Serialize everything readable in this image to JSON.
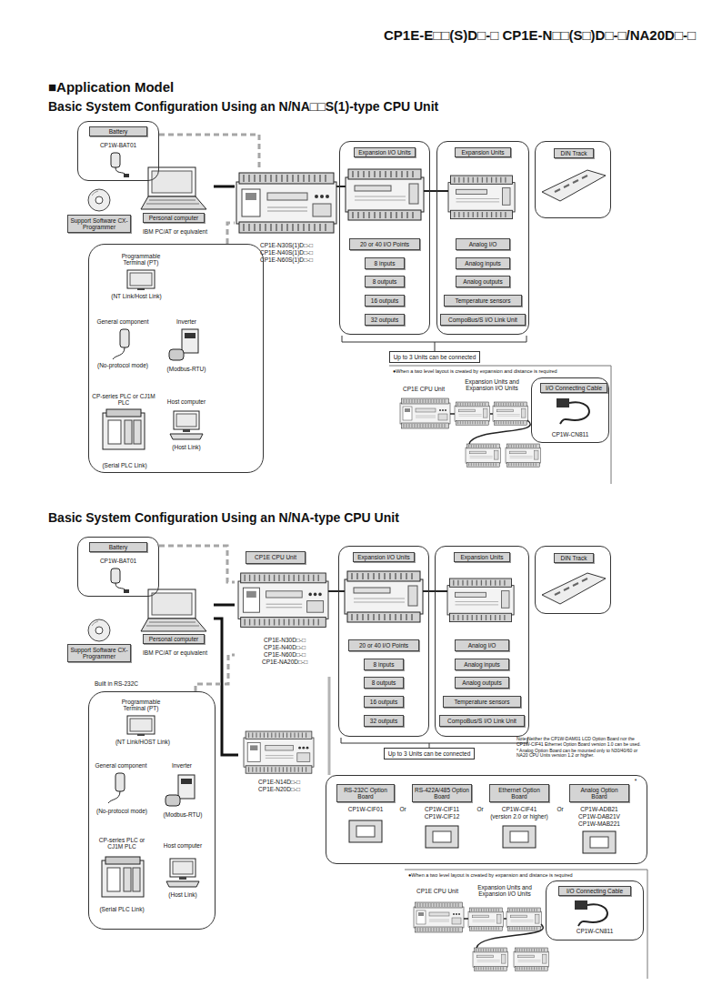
{
  "diagram": {
    "title": "■Application Model",
    "nodes": [
      {
        "text": [
          "Battery",
          "CP1W-BAT01"
        ]
      },
      {
        "text": [
          "Support Software CX-Programmer"
        ]
      },
      {
        "text": [
          "Personal computer",
          "IBM PC/AT or equivalent"
        ]
      },
      {
        "text": [
          "CP1E-N30S(1)D□-□",
          "CP1E-N40S(1)D□-□",
          "CP1E-N60S(1)D□-□"
        ]
      },
      {
        "text": [
          "Programmable Terminal (PT)",
          "(NT Link/Host Link)",
          "General component",
          "(No-protocol mode)",
          "Inverter",
          "(Modbus-RTU)",
          "CP-series PLC or CJ1M PLC",
          "(Serial PLC Link)",
          "Host computer",
          "(Host Link)"
        ]
      },
      {
        "text": [
          "Expansion I/O Units"
        ]
      },
      {
        "text": [
          "20 or 40 I/O Points"
        ],
        "in": 5
      },
      {
        "text": [
          "8 inputs"
        ],
        "in": 5
      },
      {
        "text": [
          "8 outputs"
        ],
        "in": 5
      },
      {
        "text": [
          "16 outputs"
        ],
        "in": 5
      },
      {
        "text": [
          "32 outputs"
        ],
        "in": 5
      },
      {
        "text": [
          "Expansion Units"
        ]
      },
      {
        "text": [
          "Analog I/O"
        ],
        "in": 11
      },
      {
        "text": [
          "Analog inputs"
        ],
        "in": 11
      },
      {
        "text": [
          "Analog outputs"
        ],
        "in": 11
      },
      {
        "text": [
          "Temperature sensors"
        ],
        "in": 11
      },
      {
        "text": [
          "CompoBus/S I/O Link Unit"
        ],
        "in": 11
      },
      {
        "text": [
          "DIN Track"
        ]
      },
      {
        "text": [
          "Up to 3 Units can be connected"
        ]
      },
      {
        "text": [
          "I/O Connecting Cable",
          "CP1W-CN811"
        ]
      },
      {
        "text": [
          "Battery",
          "CP1W-BAT01"
        ]
      },
      {
        "text": [
          "CP1E CPU Unit"
        ]
      },
      {
        "text": [
          "Support Software CX-Programmer"
        ]
      },
      {
        "text": [
          "Personal computer",
          "IBM PC/AT or equivalent"
        ]
      },
      {
        "text": [
          "CP1E-N30D□-□",
          "CP1E-N40D□-□",
          "CP1E-N60D□-□",
          "CP1E-NA20D□-□"
        ]
      },
      {
        "text": [
          "Programmable Terminal (PT)",
          "(NT Link/HOST Link)",
          "General component",
          "(No-protocol mode)",
          "Inverter",
          "(Modbus-RTU)",
          "CP-series PLC or CJ1M PLC",
          "(Serial PLC Link)",
          "Host computer",
          "(Host Link)"
        ]
      },
      {
        "text": [
          "CP1E-N14D□-□",
          "CP1E-N20D□-□"
        ]
      },
      {
        "text": [
          "Expansion I/O Units"
        ]
      },
      {
        "text": [
          "20 or 40 I/O Points"
        ],
        "in": 27
      },
      {
        "text": [
          "8 inputs"
        ],
        "in": 27
      },
      {
        "text": [
          "8 outputs"
        ],
        "in": 27
      },
      {
        "text": [
          "16 outputs"
        ],
        "in": 27
      },
      {
        "text": [
          "32 outputs"
        ],
        "in": 27
      },
      {
        "text": [
          "Expansion Units"
        ]
      },
      {
        "text": [
          "Analog I/O"
        ],
        "in": 33
      },
      {
        "text": [
          "Analog inputs"
        ],
        "in": 33
      },
      {
        "text": [
          "Analog outputs"
        ],
        "in": 33
      },
      {
        "text": [
          "Temperature sensors"
        ],
        "in": 33
      },
      {
        "text": [
          "CompoBus/S I/O Link Unit"
        ],
        "in": 33
      },
      {
        "text": [
          "DIN Track"
        ]
      },
      {
        "text": [
          "Up to 3 Units can be connected"
        ]
      },
      {
        "text": [
          "*"
        ]
      },
      {
        "text": [
          "RS-232C Option Board"
        ],
        "in": 41
      },
      {
        "text": [
          "RS-422A/485 Option Board"
        ],
        "in": 41
      },
      {
        "text": [
          "Ethernet Option Board"
        ],
        "in": 41
      },
      {
        "text": [
          "Analog Option Board"
        ],
        "in": 41
      },
      {
        "text": [
          "I/O Connecting Cable",
          "CP1W-CN811"
        ]
      }
    ],
    "edges": [
      {
        "from": 0,
        "to": 3,
        "arrow": "none"
      },
      {
        "from": 2,
        "to": 3,
        "arrow": "none"
      },
      {
        "from": 4,
        "to": 3,
        "arrow": "none"
      },
      {
        "from": 20,
        "to": 24,
        "arrow": "none"
      },
      {
        "from": 23,
        "to": 24,
        "arrow": "none"
      },
      {
        "from": 23,
        "to": 26,
        "arrow": "none"
      },
      {
        "from": 25,
        "to": 24,
        "arrow": "none"
      },
      {
        "from": 24,
        "to": 41,
        "arrow": "none"
      }
    ],
    "labels": [
      "CP1E-E□□(S)D□-□ CP1E-N□□(S□)D□-□/NA20D□-□",
      "Basic System Configuration Using an N/NA□□S(1)-type CPU Unit",
      "●When a two level layout is created by expansion and distance is required",
      "CP1E CPU Unit",
      "Expansion Units and Expansion I/O Units",
      "Basic System Configuration Using an N/NA-type CPU Unit",
      "Built in RS-232C",
      "Note Neither the CP1W-DAM01 LCD Option Board nor the CP1W-CIF41 Ethernet Option Board version 1.0 can be used.",
      "* Analog Option Board can be mounted only to N30/40/60 or NA20 CPU Units version 1.2 or higher.",
      "CP1W-CIF01",
      "Or",
      "CP1W-CIF11",
      "CP1W-CIF12",
      "Or",
      "CP1W-CIF41",
      "(version 2.0 or higher)",
      "Or",
      "CP1W-ADB21",
      "CP1W-DAB21V",
      "CP1W-MAB221",
      "●When a two level layout is created by expansion and distance is required",
      "CP1E CPU Unit",
      "Expansion Units and Expansion I/O Units"
    ]
  }
}
